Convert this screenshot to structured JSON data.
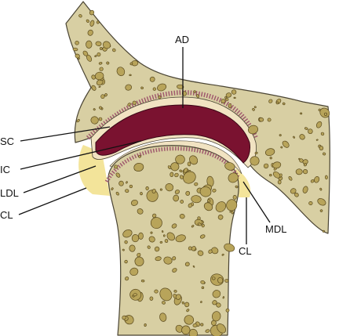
{
  "labels": {
    "ad": "AD",
    "sc": "SC",
    "ic": "IC",
    "ldl": "LDL",
    "cl_left": "CL",
    "mdl": "MDL",
    "cl_right": "CL"
  },
  "colors": {
    "bone": "#d8cfa3",
    "bone_outline": "#4a4433",
    "pore_fill": "#b8a45a",
    "pore_outline": "#5a4a1e",
    "disc": "#7a1230",
    "disc_outline": "#3a0616",
    "cartilage": "#f1e3c2",
    "capsule": "#f3e49a",
    "synovial_stripe": "#a05a6e",
    "leader_line": "#111111"
  }
}
